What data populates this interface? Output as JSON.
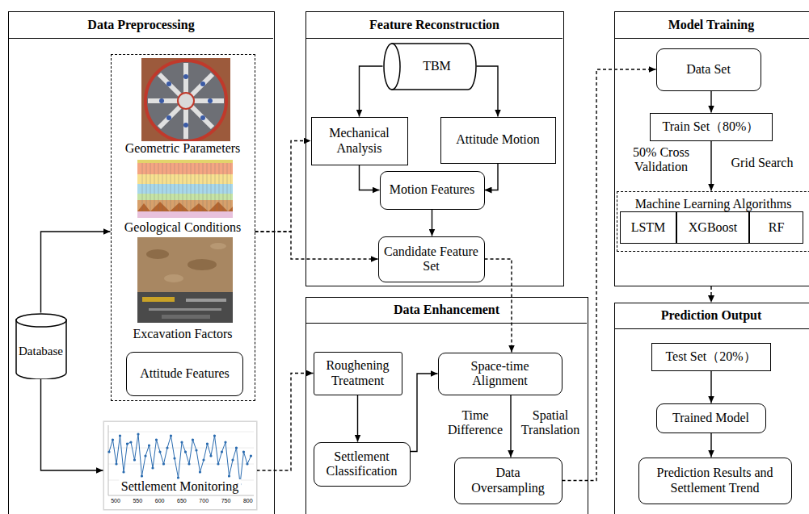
{
  "diagram": {
    "nodes": [
      {
        "text": [
          "Data Preprocessing"
        ]
      },
      {
        "text": [
          "Geometric Parameters",
          "Geological Conditions",
          "Excavation Factors"
        ],
        "in": 0
      },
      {
        "text": [
          "Attitude Features"
        ],
        "in": 1
      },
      {
        "text": [
          "Database"
        ],
        "in": 0
      },
      {
        "text": [
          "Settlement Monitoring"
        ],
        "in": 0
      },
      {
        "text": [
          "Feature Reconstruction"
        ]
      },
      {
        "text": [
          "TBM"
        ],
        "in": 5
      },
      {
        "text": [
          "Mechanical Analysis"
        ],
        "in": 5
      },
      {
        "text": [
          "Attitude Motion"
        ],
        "in": 5
      },
      {
        "text": [
          "Motion Features"
        ],
        "in": 5
      },
      {
        "text": [
          "Candidate Feature Set"
        ],
        "in": 5
      },
      {
        "text": [
          "Data Enhancement"
        ]
      },
      {
        "text": [
          "Roughening Treatment"
        ],
        "in": 11
      },
      {
        "text": [
          "Settlement Classification"
        ],
        "in": 11
      },
      {
        "text": [
          "Space-time Alignment"
        ],
        "in": 11
      },
      {
        "text": [
          "Data Oversampling"
        ],
        "in": 11
      },
      {
        "text": [
          "Model Training"
        ]
      },
      {
        "text": [
          "Data Set"
        ],
        "in": 16
      },
      {
        "text": [
          "Train Set（80%）"
        ],
        "in": 16
      },
      {
        "text": [
          "Machine Learning Algorithms"
        ],
        "in": 16
      },
      {
        "text": [
          "LSTM"
        ],
        "in": 19
      },
      {
        "text": [
          "XGBoost"
        ],
        "in": 19
      },
      {
        "text": [
          "RF"
        ],
        "in": 19
      },
      {
        "text": [
          "Prediction Output"
        ]
      },
      {
        "text": [
          "Test Set（20%）"
        ],
        "in": 23
      },
      {
        "text": [
          "Trained Model"
        ],
        "in": 23
      },
      {
        "text": [
          "Prediction Results and Settlement Trend"
        ],
        "in": 23
      }
    ],
    "edges": [
      {
        "from": 3,
        "to": 1,
        "arrow": "to"
      },
      {
        "from": 3,
        "to": 4,
        "arrow": "to"
      },
      {
        "from": 1,
        "to": 7,
        "arrow": "to"
      },
      {
        "from": 1,
        "to": 10,
        "arrow": "to"
      },
      {
        "from": 6,
        "to": 7,
        "arrow": "to"
      },
      {
        "from": 6,
        "to": 8,
        "arrow": "to"
      },
      {
        "from": 7,
        "to": 9,
        "arrow": "to"
      },
      {
        "from": 8,
        "to": 9,
        "arrow": "to"
      },
      {
        "from": 9,
        "to": 10,
        "arrow": "to"
      },
      {
        "from": 10,
        "to": 14,
        "arrow": "to"
      },
      {
        "from": 4,
        "to": 12,
        "arrow": "to"
      },
      {
        "from": 12,
        "to": 13,
        "arrow": "to"
      },
      {
        "from": 13,
        "to": 14,
        "arrow": "to"
      },
      {
        "from": 14,
        "to": 15,
        "arrow": "to"
      },
      {
        "from": 15,
        "to": 17,
        "arrow": "to"
      },
      {
        "from": 17,
        "to": 18,
        "arrow": "to"
      },
      {
        "from": 18,
        "to": 19,
        "arrow": "to"
      },
      {
        "from": 16,
        "to": 23,
        "arrow": "to"
      },
      {
        "from": 24,
        "to": 25,
        "arrow": "to"
      },
      {
        "from": 25,
        "to": 26,
        "arrow": "to"
      }
    ],
    "labels": [
      "Time Difference",
      "Spatial Translation",
      "50% Cross Validation",
      "Grid Search",
      "500",
      "550",
      "600",
      "650",
      "700",
      "750",
      "800"
    ]
  }
}
